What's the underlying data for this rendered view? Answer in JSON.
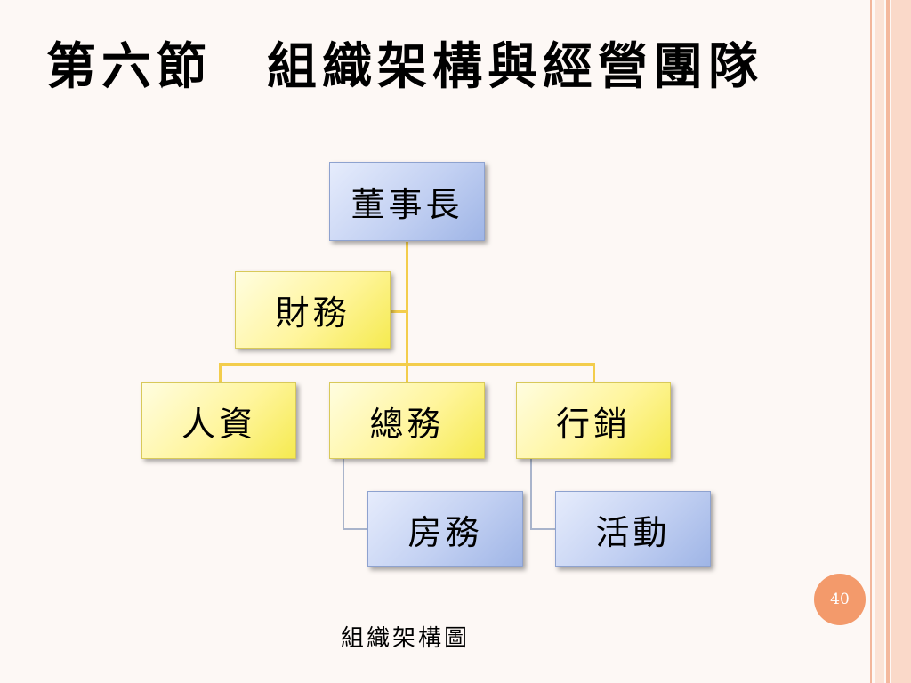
{
  "slide": {
    "title": "第六節　組織架構與經營團隊",
    "page_number": "40",
    "caption": "組織架構圖"
  },
  "org_chart": {
    "root": "董事長",
    "staff": "財務",
    "departments": [
      "人資",
      "總務",
      "行銷"
    ],
    "sub_units": {
      "總務": "房務",
      "行銷": "活動"
    }
  },
  "colors": {
    "blue_box": "#c2d0f2",
    "yellow_box": "#fff59c",
    "connector_gold": "#f3cd4c",
    "connector_grey": "#a9b4cb",
    "page_badge": "#f39a6b",
    "stripe_peach": "#f6c7b0"
  }
}
